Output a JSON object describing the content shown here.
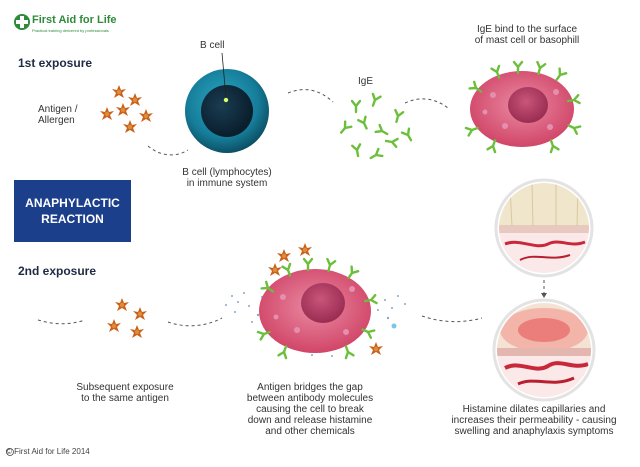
{
  "logo": {
    "name": "First Aid for Life",
    "tagline": "Practical training delivered by professionals"
  },
  "banner": {
    "line1": "ANAPHYLACTIC",
    "line2": "REACTION"
  },
  "first_exposure": {
    "heading": "1st exposure",
    "antigen_label_1": "Antigen /",
    "antigen_label_2": "Allergen",
    "bcell_label": "B cell",
    "bcell_caption_1": "B cell (lymphocytes)",
    "bcell_caption_2": "in immune system",
    "ige_label": "IgE",
    "mast_caption_1": "IgE bind to the surface",
    "mast_caption_2": "of mast cell or basophill"
  },
  "second_exposure": {
    "heading": "2nd exposure",
    "caption_left_1": "Subsequent exposure",
    "caption_left_2": "to the same antigen",
    "caption_mid_1": "Antigen bridges the gap",
    "caption_mid_2": "between antibody molecules",
    "caption_mid_3": "causing the cell to break",
    "caption_mid_4": "down  and release histamine",
    "caption_mid_5": "and other chemicals",
    "caption_right_1": "Histamine dilates capillaries and",
    "caption_right_2": "increases their permeability - causing",
    "caption_right_3": "swelling and anaphylaxis symptoms"
  },
  "copyright": "© First Aid for Life 2014",
  "colors": {
    "banner": "#1c3f8c",
    "antibody": "#6bbf3a",
    "antigen": "#c8621a",
    "mast_cell": "#d9476b",
    "b_cell": "#1b8fb0"
  }
}
